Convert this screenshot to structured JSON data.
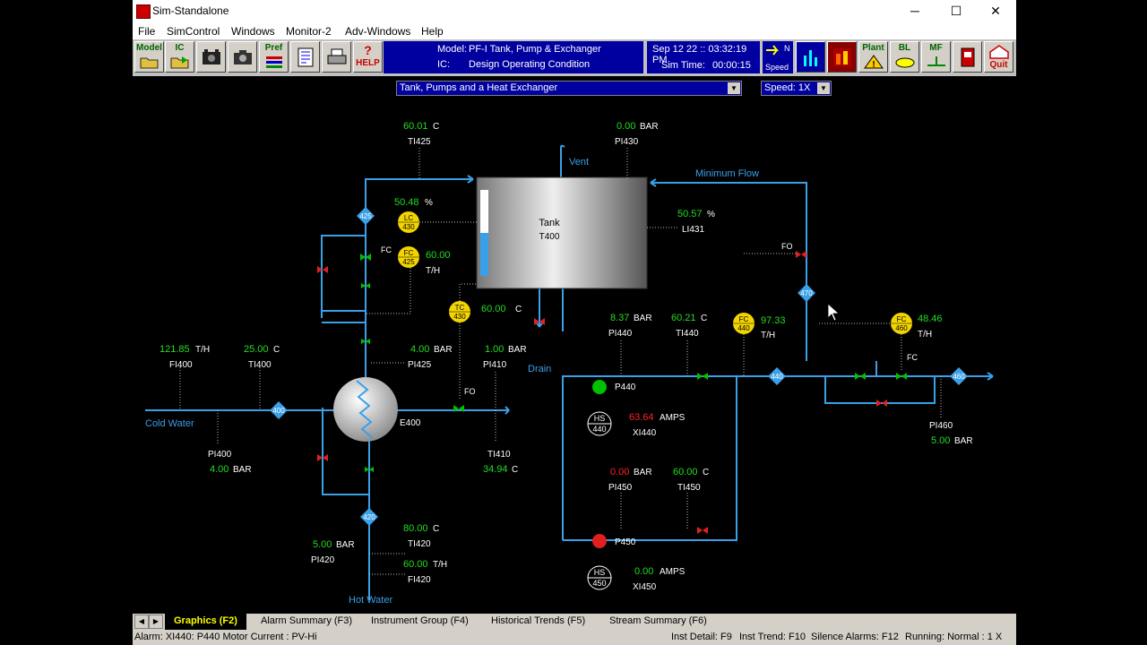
{
  "window": {
    "title": "Sim-Standalone",
    "minimize": "─",
    "maximize": "☐",
    "close": "✕"
  },
  "menu": [
    "File",
    "SimControl",
    "Windows",
    "Monitor-2",
    "Adv-Windows",
    "Help"
  ],
  "toolbar": {
    "model": "Model",
    "ic": "IC",
    "pref": "Pref",
    "help": "HELP",
    "plant": "Plant",
    "bl": "BL",
    "mf": "MF",
    "quit": "Quit",
    "model_label": "Model:",
    "model_value": "PF-I Tank, Pump & Exchanger",
    "ic_label": "IC:",
    "ic_value": "Design Operating Condition",
    "datetime": "Sep 12 22 :: 03:32:19 PM",
    "sim_time_label": "Sim Time:",
    "sim_time_value": "00:00:15",
    "speed_n": "N",
    "speed_label": "Speed"
  },
  "graphics": {
    "selector": "Tank, Pumps and a Heat Exchanger",
    "speed": "Speed: 1X",
    "labels": {
      "vent": "Vent",
      "min_flow": "Minimum Flow",
      "drain": "Drain",
      "cold_water": "Cold Water",
      "hot_water": "Hot Water",
      "tank": "Tank",
      "tank_tag": "T400",
      "e400": "E400",
      "p440": "P440",
      "p450": "P450",
      "hs": "HS",
      "hs440": "440",
      "hs450": "450",
      "fc_top": "FC",
      "fo_e400": "FO",
      "fo_min": "FO",
      "fc_right": "FC"
    },
    "readings": {
      "ti425_val": "60.01",
      "ti425_unit": "C",
      "ti425_tag": "TI425",
      "pi430_val": "0.00",
      "pi430_unit": "BAR",
      "pi430_tag": "PI430",
      "lc430_val": "50.48",
      "lc430_unit": "%",
      "fc425_val": "60.00",
      "fc425_unit": "T/H",
      "li431_val": "50.57",
      "li431_unit": "%",
      "li431_tag": "LI431",
      "tc430_val": "60.00",
      "tc430_unit": "C",
      "fi400_val": "121.85",
      "fi400_unit": "T/H",
      "fi400_tag": "FI400",
      "ti400_val": "25.00",
      "ti400_unit": "C",
      "ti400_tag": "TI400",
      "pi425_val": "4.00",
      "pi425_unit": "BAR",
      "pi425_tag": "PI425",
      "pi410_val": "1.00",
      "pi410_unit": "BAR",
      "pi410_tag": "PI410",
      "pi400_tag": "PI400",
      "pi400_val": "4.00",
      "pi400_unit": "BAR",
      "ti410_tag": "TI410",
      "ti410_val": "34.94",
      "ti410_unit": "C",
      "pi440_val": "8.37",
      "pi440_unit": "BAR",
      "pi440_tag": "PI440",
      "ti440_val": "60.21",
      "ti440_unit": "C",
      "ti440_tag": "TI440",
      "fc440_val": "97.33",
      "fc440_unit": "T/H",
      "fc460_val": "48.46",
      "fc460_unit": "T/H",
      "xi440_val": "63.64",
      "xi440_unit": "AMPS",
      "xi440_tag": "XI440",
      "pi460_tag": "PI460",
      "pi460_val": "5.00",
      "pi460_unit": "BAR",
      "pi450_val": "0.00",
      "pi450_unit": "BAR",
      "pi450_tag": "PI450",
      "ti450_val": "60.00",
      "ti450_unit": "C",
      "ti450_tag": "TI450",
      "xi450_val": "0.00",
      "xi450_unit": "AMPS",
      "xi450_tag": "XI450",
      "ti420_val": "80.00",
      "ti420_unit": "C",
      "ti420_tag": "TI420",
      "pi420_val": "5.00",
      "pi420_unit": "BAR",
      "pi420_tag": "PI420",
      "fi420_val": "60.00",
      "fi420_unit": "T/H",
      "fi420_tag": "FI420"
    },
    "controllers": {
      "lc430_a": "LC",
      "lc430_b": "430",
      "fc425_a": "FC",
      "fc425_b": "425",
      "tc430_a": "TC",
      "tc430_b": "430",
      "fc440_a": "FC",
      "fc440_b": "440",
      "fc460_a": "FC",
      "fc460_b": "460"
    },
    "diamonds": {
      "d425": "425",
      "d400": "400",
      "d420": "420",
      "d440": "440",
      "d470": "470",
      "d460": "460"
    }
  },
  "tabs": [
    "Graphics (F2)",
    "Alarm Summary (F3)",
    "Instrument Group (F4)",
    "Historical Trends (F5)",
    "Stream Summary (F6)"
  ],
  "status": {
    "alarm": "Alarm: XI440: P440 Motor Current : PV-Hi",
    "inst_detail": "Inst Detail: F9",
    "inst_trend": "Inst Trend: F10",
    "silence": "Silence Alarms: F12",
    "running": "Running: Normal : 1 X"
  },
  "colors": {
    "pipe": "#3aa0e8",
    "value": "#22dd22",
    "alarm": "#ff2222",
    "controller": "#f2d400",
    "panel": "#0000a0"
  }
}
